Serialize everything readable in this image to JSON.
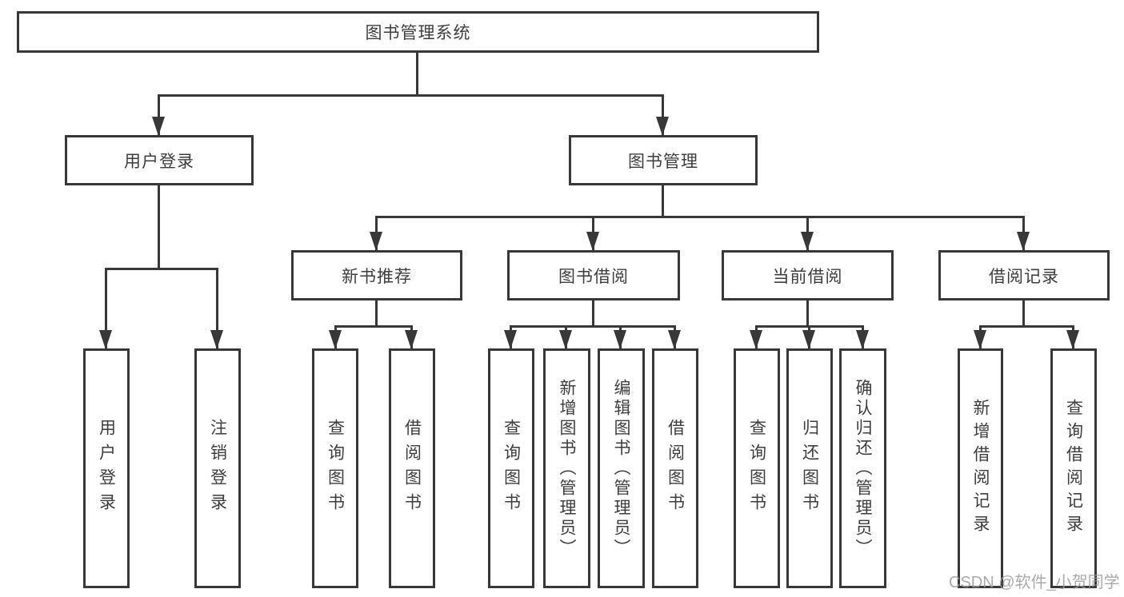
{
  "tree": {
    "root": {
      "label": "图书管理系统"
    },
    "login": {
      "label": "用户登录",
      "children": [
        {
          "label": "用户登录"
        },
        {
          "label": "注销登录"
        }
      ]
    },
    "management": {
      "label": "图书管理",
      "sections": [
        {
          "label": "新书推荐",
          "children": [
            {
              "label": "查询图书"
            },
            {
              "label": "借阅图书"
            }
          ]
        },
        {
          "label": "图书借阅",
          "children": [
            {
              "label": "查询图书"
            },
            {
              "label": "新增图书（管理员）"
            },
            {
              "label": "编辑图书（管理员）"
            },
            {
              "label": "借阅图书"
            }
          ]
        },
        {
          "label": "当前借阅",
          "children": [
            {
              "label": "查询图书"
            },
            {
              "label": "归还图书"
            },
            {
              "label": "确认归还（管理员）"
            }
          ]
        },
        {
          "label": "借阅记录",
          "children": [
            {
              "label": "新增借阅记录"
            },
            {
              "label": "查询借阅记录"
            }
          ]
        }
      ]
    }
  },
  "watermark": {
    "text": "CSDN @软件_小贺同学"
  },
  "colors": {
    "line": "#383838",
    "text": "#3d3d3d",
    "watermark": "#9b9b9b",
    "background": "#ffffff"
  }
}
